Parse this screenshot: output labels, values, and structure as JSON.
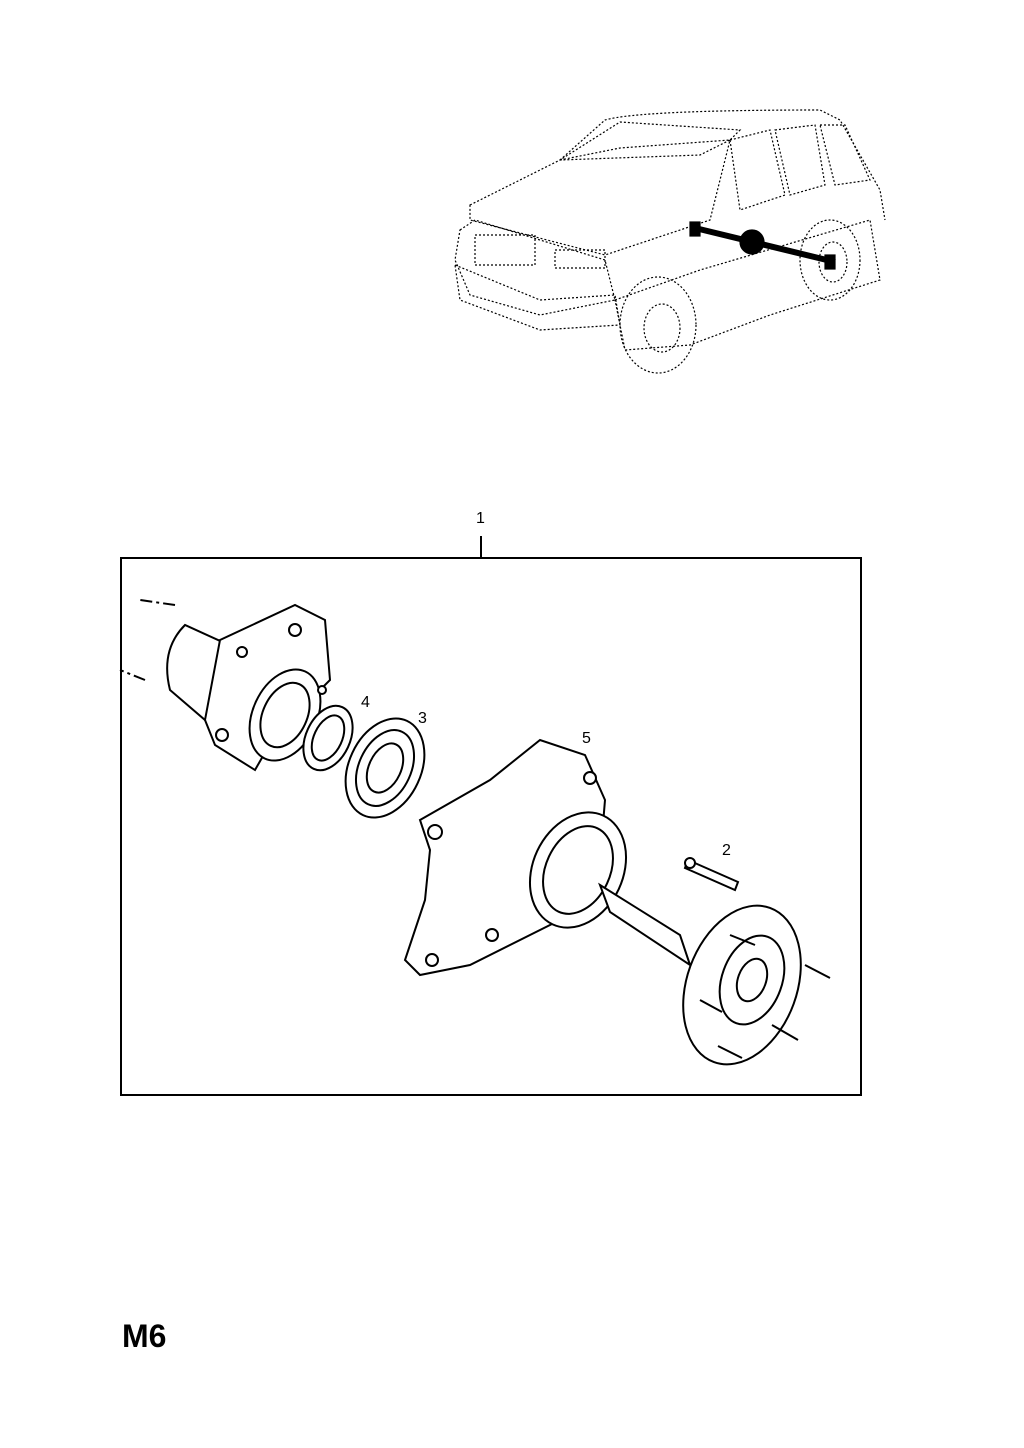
{
  "diagram": {
    "callouts": {
      "c1": "1",
      "c2": "2",
      "c3": "3",
      "c4": "4",
      "c5": "5"
    },
    "page_code": "M6"
  }
}
